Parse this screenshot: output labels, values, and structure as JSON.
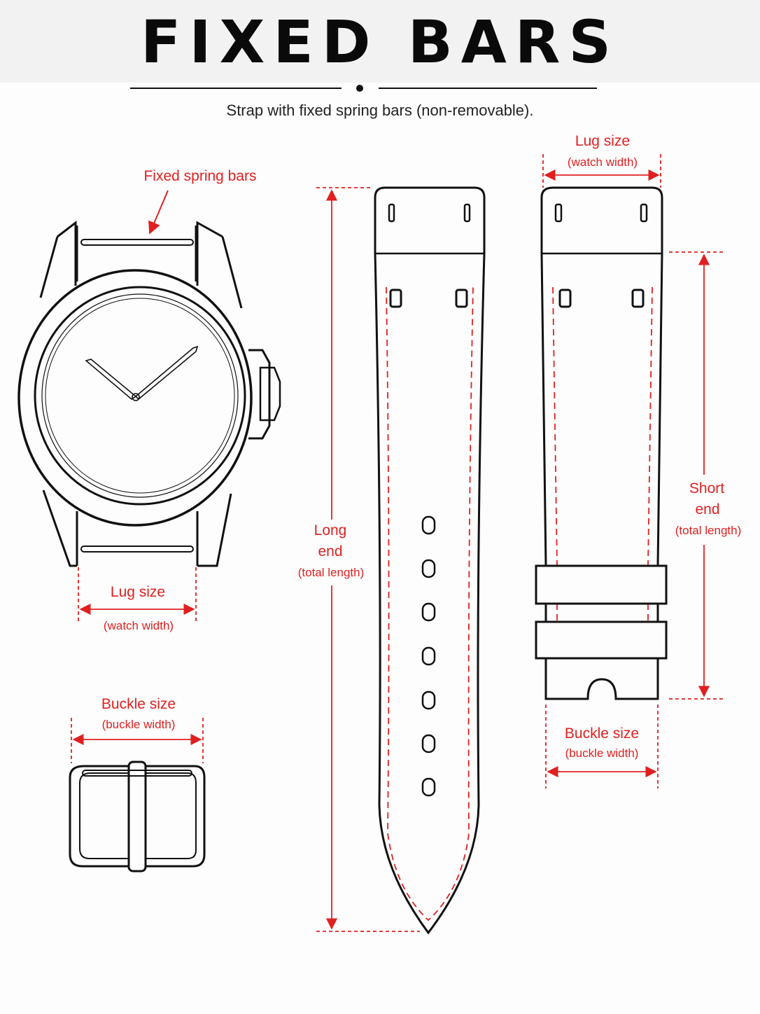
{
  "header": {
    "title": "FIXED BARS",
    "subtitle": "Strap with fixed spring bars (non-removable)."
  },
  "labels": {
    "fixed_spring_bars": "Fixed spring bars",
    "watch_lug_size": "Lug size",
    "watch_lug_size_sub": "(watch width)",
    "buckle_size": "Buckle size",
    "buckle_size_sub": "(buckle width)",
    "long_end_1": "Long",
    "long_end_2": "end",
    "long_end_sub": "(total length)",
    "short_lug_size": "Lug size",
    "short_lug_size_sub": "(watch width)",
    "short_end_1": "Short",
    "short_end_2": "end",
    "short_end_sub": "(total length)",
    "short_buckle_size": "Buckle size",
    "short_buckle_size_sub": "(buckle width)"
  },
  "colors": {
    "accent": "#e02020",
    "line": "#111111"
  }
}
